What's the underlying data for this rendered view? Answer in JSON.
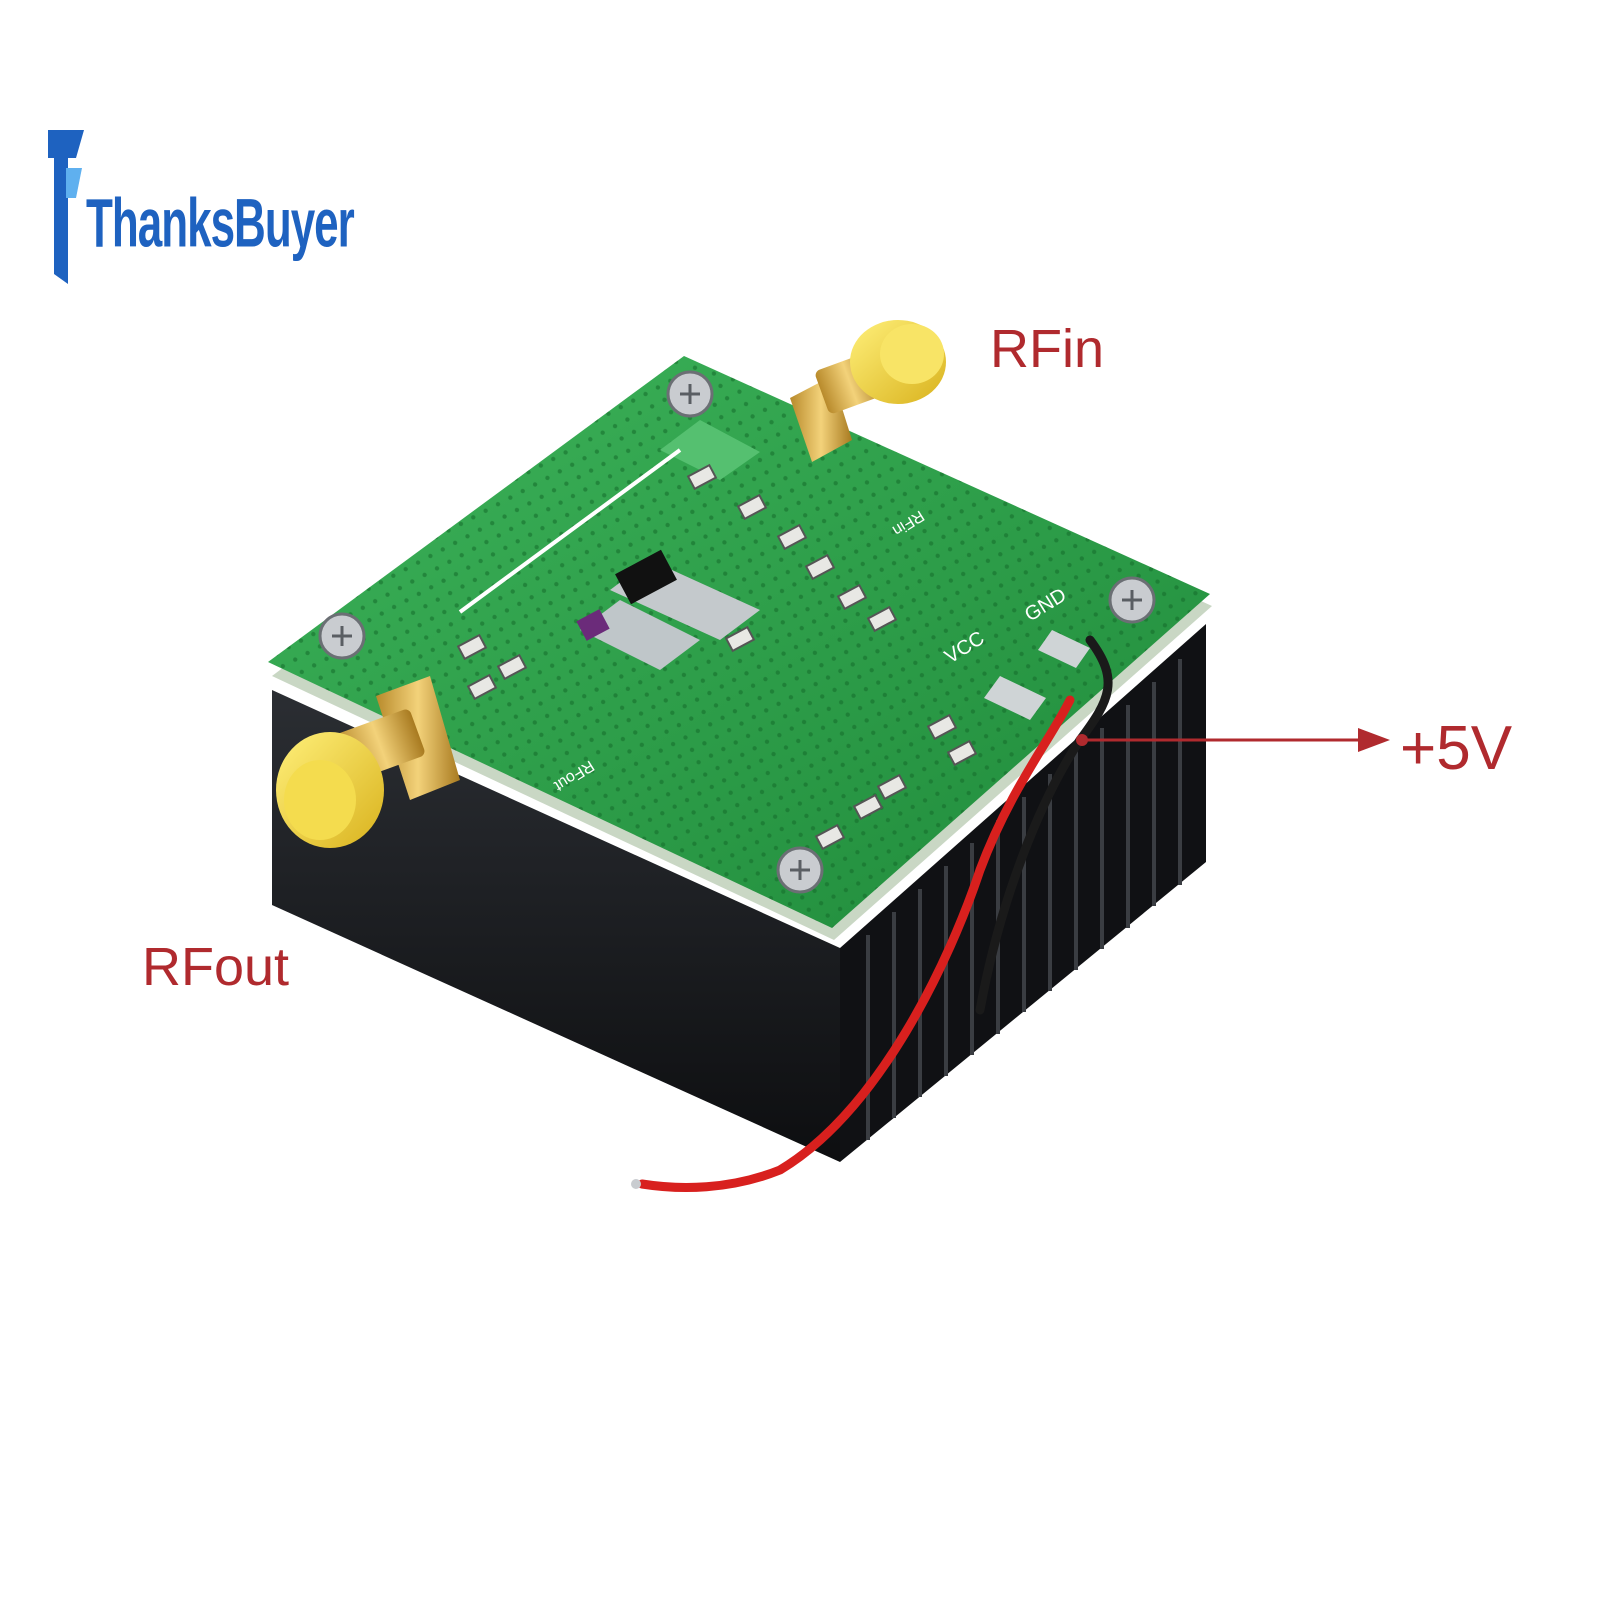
{
  "logo": {
    "text": "ThanksBuyer",
    "color": "#1e62c0"
  },
  "callouts": {
    "rf_in": "RFin",
    "rf_out": "RFout",
    "supply": "+5V",
    "color": "#b02a2e"
  },
  "pcb": {
    "silkscreen_gnd": "GND",
    "silkscreen_vcc": "VCC",
    "silkscreen_rfin": "RFin",
    "silkscreen_rfout": "RFout",
    "board_color": "#2a9a45",
    "heatsink_color": "#15171a",
    "connector_cap_color": "#f2d43a"
  }
}
